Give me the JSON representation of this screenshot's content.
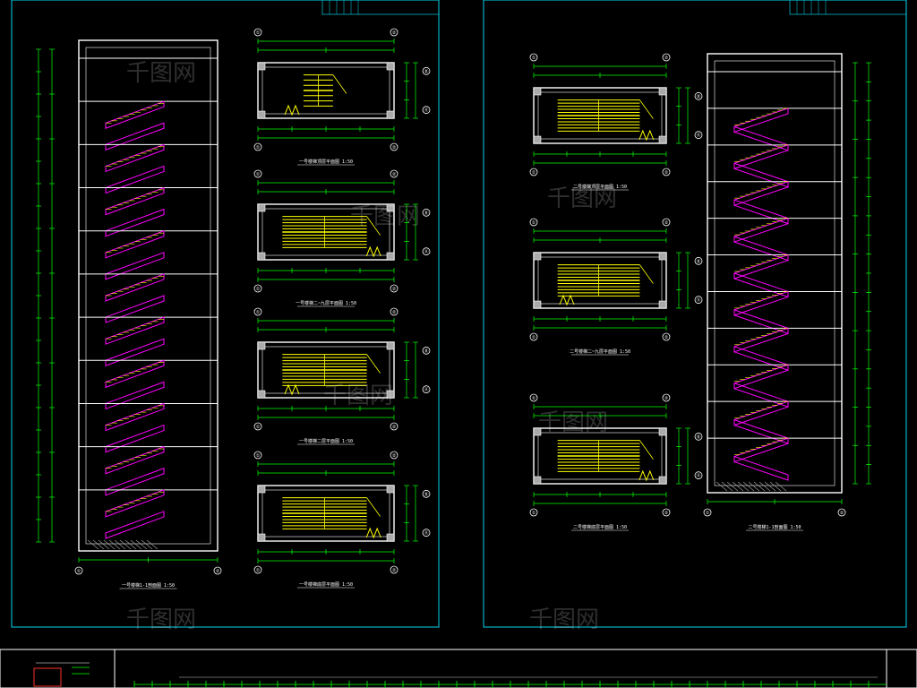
{
  "colors": {
    "background": "#000000",
    "sheet_frame": "#00b4c8",
    "wall": "#ffffff",
    "stair_flight": "#ff00ff",
    "tread": "#ffff00",
    "dimension": "#00ff00",
    "text": "#ffffff",
    "hatch": "#aaaaaa"
  },
  "sheets": [
    {
      "section": {
        "label": "一号楼梯1-1剖面图 1:50",
        "axis_bottom": [
          "①",
          "②"
        ],
        "levels": 11
      },
      "plans": [
        {
          "label": "一号楼梯顶层平面图 1:50",
          "axis": [
            "①",
            "②",
            "Ⓐ",
            "Ⓑ"
          ]
        },
        {
          "label": "一号楼梯二~九层平面图 1:50",
          "axis": [
            "①",
            "②",
            "Ⓐ",
            "Ⓑ"
          ]
        },
        {
          "label": "一号楼梯二层平面图 1:50",
          "axis": [
            "①",
            "②",
            "Ⓐ",
            "Ⓑ"
          ]
        },
        {
          "label": "一号楼梯底层平面图 1:50",
          "axis": [
            "①",
            "②",
            "Ⓐ",
            "Ⓑ"
          ]
        }
      ]
    },
    {
      "section": {
        "label": "二号楼梯1-1剖面图 1:50",
        "axis_bottom": [
          "①",
          "②"
        ],
        "levels": 11
      },
      "plans": [
        {
          "label": "二号楼梯顶层平面图 1:50",
          "axis": [
            "①",
            "②",
            "Ⓐ",
            "Ⓑ"
          ]
        },
        {
          "label": "二号楼梯二~九层平面图 1:50",
          "axis": [
            "①",
            "②",
            "Ⓐ",
            "Ⓑ"
          ]
        },
        {
          "label": "二号楼梯底层平面图 1:50",
          "axis": [
            "①",
            "②",
            "Ⓐ",
            "Ⓑ"
          ]
        }
      ]
    }
  ],
  "watermark": "千图网"
}
